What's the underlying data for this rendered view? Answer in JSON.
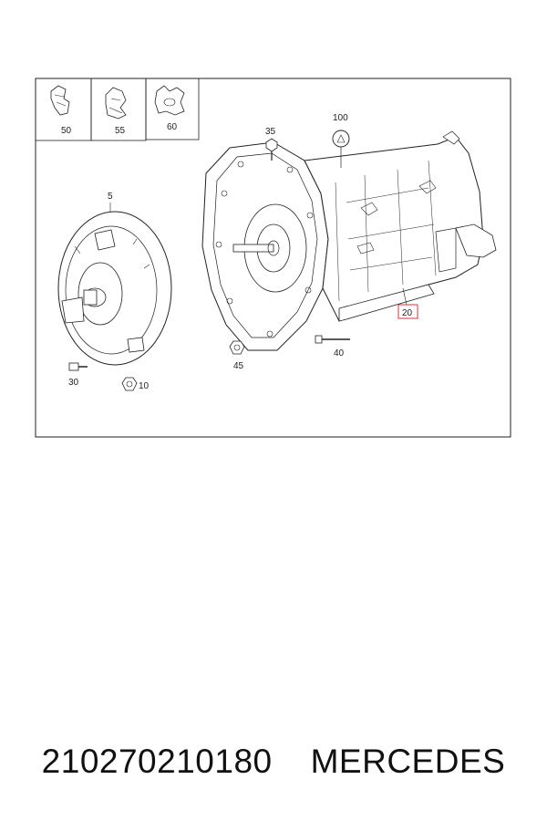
{
  "diagram": {
    "callouts": {
      "c50": "50",
      "c55": "55",
      "c60": "60",
      "c5": "5",
      "c35": "35",
      "c100": "100",
      "c20": "20",
      "c40": "40",
      "c45": "45",
      "c30": "30",
      "c10": "10"
    },
    "highlight_color": "#e0303a",
    "line_color": "#222222"
  },
  "caption": {
    "part_number": "210270210180",
    "brand": "MERCEDES"
  }
}
